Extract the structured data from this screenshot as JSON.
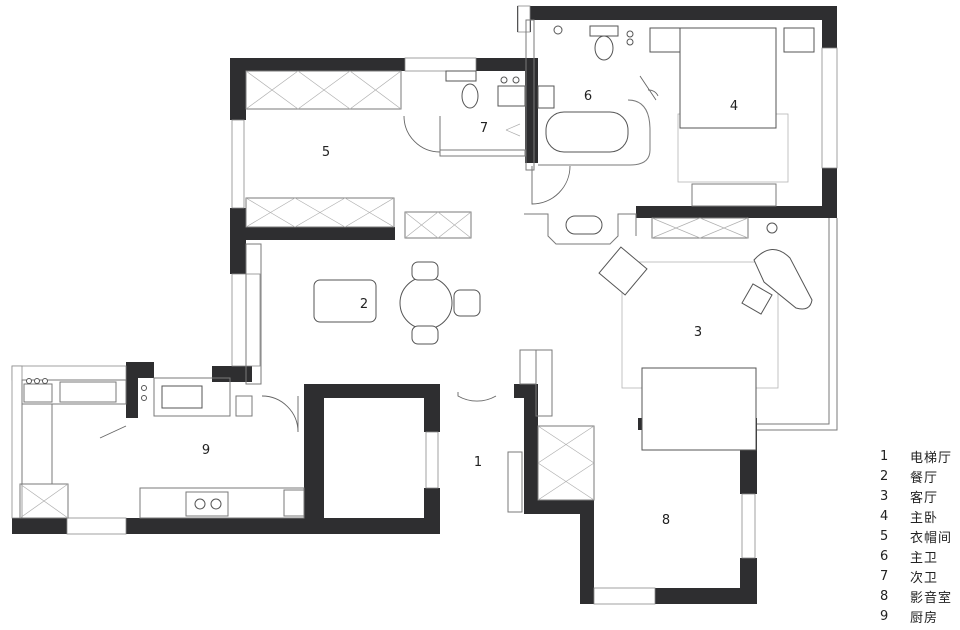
{
  "rooms": [
    {
      "num": "1",
      "name": "电梯厅"
    },
    {
      "num": "2",
      "name": "餐厅"
    },
    {
      "num": "3",
      "name": "客厅"
    },
    {
      "num": "4",
      "name": "主卧"
    },
    {
      "num": "5",
      "name": "衣帽间"
    },
    {
      "num": "6",
      "name": "主卫"
    },
    {
      "num": "7",
      "name": "次卫"
    },
    {
      "num": "8",
      "name": "影音室"
    },
    {
      "num": "9",
      "name": "厨房"
    }
  ],
  "colors": {
    "wall": "#2e2e30",
    "line": "#7a7a7a",
    "background": "#ffffff"
  }
}
